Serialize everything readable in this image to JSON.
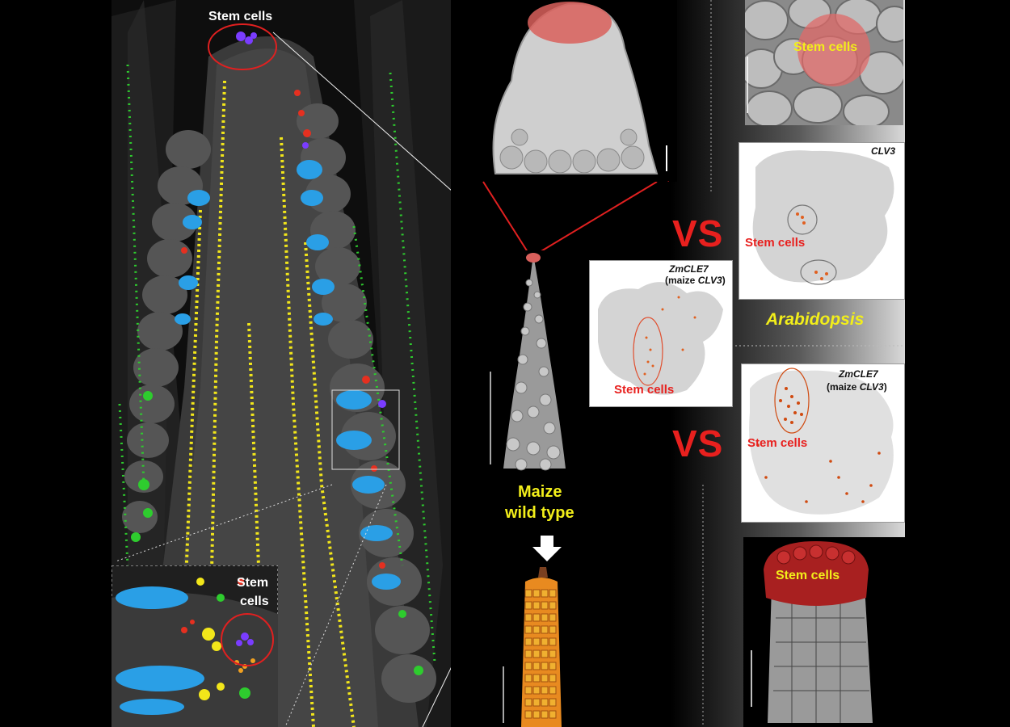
{
  "labels": {
    "stem_cells": "Stem cells",
    "stem_cells_inset_line1": "Stem",
    "stem_cells_inset_line2": "cells",
    "maize_line1": "Maize",
    "maize_line2": "wild type",
    "arabidopsis": "Arabidopsis",
    "vs": "VS",
    "clv3": "CLV3",
    "zmcle7": "ZmCLE7",
    "maize_clv3_prefix": "(maize ",
    "maize_clv3_gene": "CLV3",
    "maize_clv3_suffix": ")"
  },
  "colors": {
    "background": "#000000",
    "label_red": "#e8201e",
    "label_yellow": "#f2ee1a",
    "stem_highlight": "#d9605c",
    "marker_blue": "#2a9fe6",
    "marker_yellow": "#f2e61a",
    "marker_green": "#2ecc2e",
    "marker_red": "#e53020",
    "marker_purple": "#7a3cff"
  }
}
